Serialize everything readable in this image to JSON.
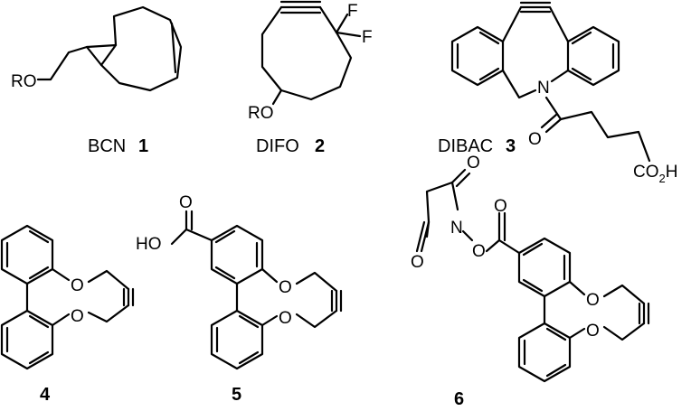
{
  "compounds": [
    {
      "name": "BCN",
      "number": "1"
    },
    {
      "name": "DIFO",
      "number": "2"
    },
    {
      "name": "DIBAC",
      "number": "3"
    },
    {
      "name": "",
      "number": "4"
    },
    {
      "name": "",
      "number": "5"
    },
    {
      "name": "",
      "number": "6"
    }
  ],
  "atom_labels": {
    "ro": "RO",
    "f": "F",
    "n": "N",
    "o": "O",
    "co2h_main": "CO",
    "co2h_sub": "2",
    "co2h_end": "H",
    "ho": "HO"
  }
}
